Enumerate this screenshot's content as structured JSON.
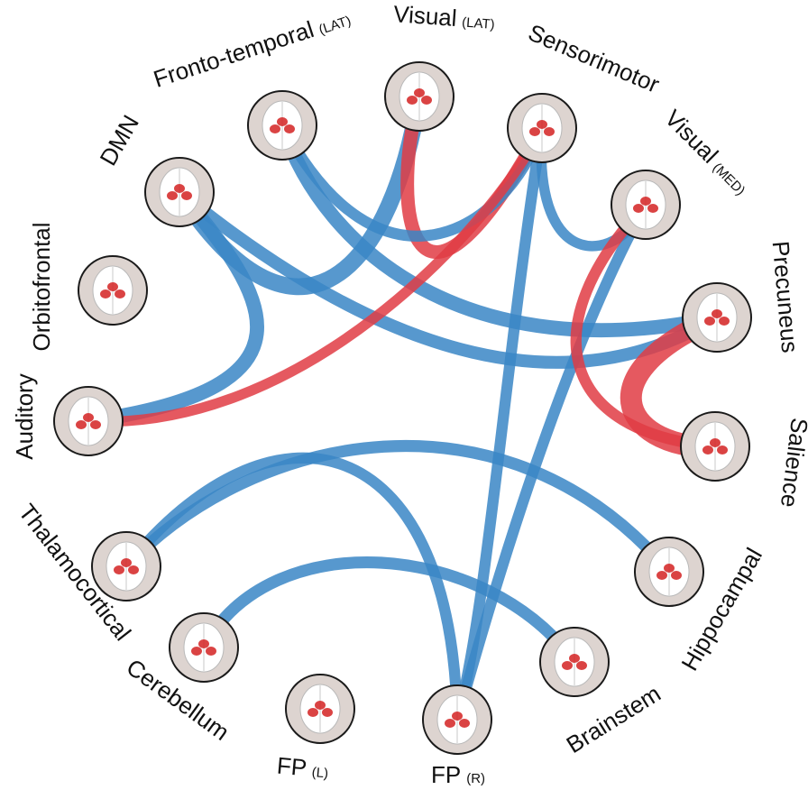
{
  "colors": {
    "negative": "#3a86c6",
    "positive": "#e03c44",
    "node_fill": "#ddd4d0",
    "node_stroke": "#1a1a1a"
  },
  "nodes": [
    {
      "id": "dmn",
      "label": "DMN",
      "sub": ""
    },
    {
      "id": "fronto_temporal",
      "label": "Fronto-temporal",
      "sub": "(LAT)"
    },
    {
      "id": "visual_lat",
      "label": "Visual",
      "sub": "(LAT)"
    },
    {
      "id": "sensorimotor",
      "label": "Sensorimotor",
      "sub": ""
    },
    {
      "id": "visual_med",
      "label": "Visual",
      "sub": "(MED)"
    },
    {
      "id": "precuneus",
      "label": "Precuneus",
      "sub": ""
    },
    {
      "id": "salience",
      "label": "Salience",
      "sub": ""
    },
    {
      "id": "hippocampal",
      "label": "Hippocampal",
      "sub": ""
    },
    {
      "id": "brainstem",
      "label": "Brainstem",
      "sub": ""
    },
    {
      "id": "fp_r",
      "label": "FP",
      "sub": "(R)"
    },
    {
      "id": "fp_l",
      "label": "FP",
      "sub": "(L)"
    },
    {
      "id": "cerebellum",
      "label": "Cerebellum",
      "sub": ""
    },
    {
      "id": "thalamocortical",
      "label": "Thalamocortical",
      "sub": ""
    },
    {
      "id": "auditory",
      "label": "Auditory",
      "sub": ""
    },
    {
      "id": "orbitofrontal",
      "label": "Orbitofrontal",
      "sub": ""
    }
  ],
  "edges": [
    {
      "from": "dmn",
      "to": "visual_lat",
      "sign": "negative",
      "weight": 0.7
    },
    {
      "from": "dmn",
      "to": "auditory",
      "sign": "negative",
      "weight": 0.55
    },
    {
      "from": "dmn",
      "to": "precuneus",
      "sign": "negative",
      "weight": 0.45
    },
    {
      "from": "fronto_temporal",
      "to": "precuneus",
      "sign": "negative",
      "weight": 0.55
    },
    {
      "from": "visual_lat",
      "to": "sensorimotor",
      "sign": "positive",
      "weight": 0.5
    },
    {
      "from": "sensorimotor",
      "to": "fronto_temporal",
      "sign": "negative",
      "weight": 0.35
    },
    {
      "from": "sensorimotor",
      "to": "visual_med",
      "sign": "negative",
      "weight": 0.3
    },
    {
      "from": "sensorimotor",
      "to": "fp_r",
      "sign": "negative",
      "weight": 0.35
    },
    {
      "from": "sensorimotor",
      "to": "auditory",
      "sign": "positive",
      "weight": 0.3
    },
    {
      "from": "visual_med",
      "to": "fp_r",
      "sign": "negative",
      "weight": 0.35
    },
    {
      "from": "visual_med",
      "to": "salience",
      "sign": "positive",
      "weight": 0.35
    },
    {
      "from": "precuneus",
      "to": "salience",
      "sign": "positive",
      "weight": 1.0
    },
    {
      "from": "thalamocortical",
      "to": "hippocampal",
      "sign": "negative",
      "weight": 0.4
    },
    {
      "from": "thalamocortical",
      "to": "fp_r",
      "sign": "negative",
      "weight": 0.35
    },
    {
      "from": "cerebellum",
      "to": "brainstem",
      "sign": "negative",
      "weight": 0.4
    }
  ]
}
